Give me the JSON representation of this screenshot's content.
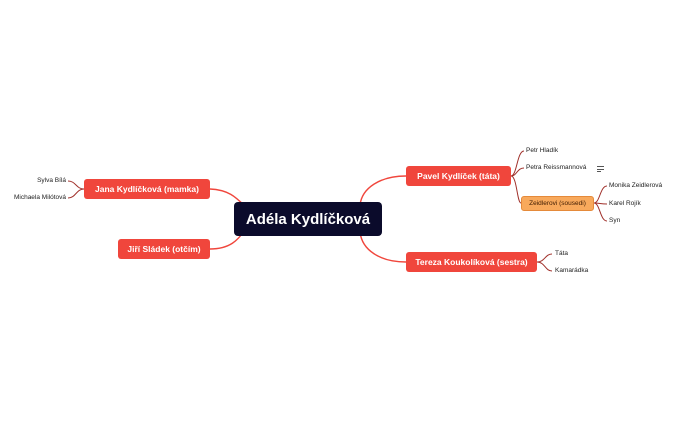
{
  "map": {
    "central": "Adéla Kydlíčková",
    "colors": {
      "central_bg": "#0b0b2b",
      "branch": "#f0463c",
      "leaf_line": "#a0302a",
      "sub_box": "#f8a95c"
    },
    "left": {
      "mother": {
        "label": "Jana Kydlíčková (mamka)",
        "children": [
          "Sylva Bílá",
          "Michaela Milótová"
        ]
      },
      "stepfather": {
        "label": "Jiří Sládek (otčím)"
      }
    },
    "right": {
      "father": {
        "label": "Pavel Kydlíček (táta)",
        "children": [
          "Petr Hladík",
          "Petra Reissmannová"
        ],
        "neighbors": {
          "label": "Zeidlerovi (sousedi)",
          "children": [
            "Monika Zeidlerová",
            "Karel Rojík",
            "Syn"
          ]
        }
      },
      "sister": {
        "label": "Tereza Koukolíková (sestra)",
        "children": [
          "Táta",
          "Kamarádka"
        ]
      }
    },
    "icons": {
      "note": "notes-icon"
    }
  }
}
